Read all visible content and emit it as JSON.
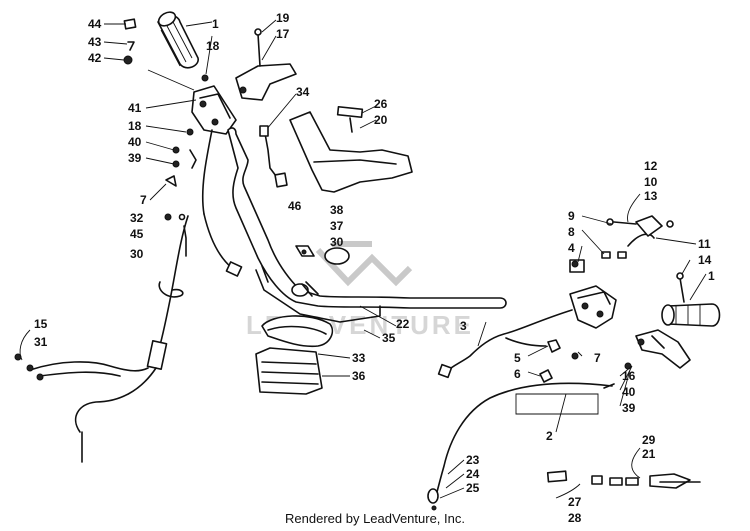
{
  "watermark": {
    "text": "LEADVENTURE"
  },
  "footer": {
    "credit": "Rendered by LeadVenture, Inc."
  },
  "callouts": {
    "c44": "44",
    "c43": "43",
    "c42": "42",
    "c1a": "1",
    "c18a": "18",
    "c19": "19",
    "c17": "17",
    "c41": "41",
    "c18b": "18",
    "c40a": "40",
    "c39a": "39",
    "c7a": "7",
    "c34": "34",
    "c26": "26",
    "c20": "20",
    "c46": "46",
    "c38": "38",
    "c37": "37",
    "c30a": "30",
    "c32": "32",
    "c45": "45",
    "c30b": "30",
    "c15": "15",
    "c31": "31",
    "c22": "22",
    "c35": "35",
    "c33": "33",
    "c36": "36",
    "c3": "3",
    "c12": "12",
    "c10": "10",
    "c13": "13",
    "c9": "9",
    "c8": "8",
    "c4": "4",
    "c11": "11",
    "c14": "14",
    "c1b": "1",
    "c5": "5",
    "c6": "6",
    "c7b": "7",
    "c16": "16",
    "c40b": "40",
    "c39b": "39",
    "c2": "2",
    "c23": "23",
    "c24": "24",
    "c25": "25",
    "c29": "29",
    "c21": "21",
    "c27": "27",
    "c28": "28"
  }
}
